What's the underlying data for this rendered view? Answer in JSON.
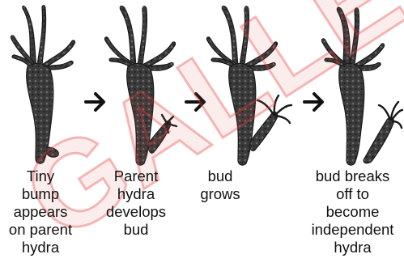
{
  "watermark": "GALLERY",
  "colors": {
    "body_fill": "#3a3a3a",
    "body_texture": "#6a6a6a",
    "arrow": "#111111"
  },
  "stages": [
    {
      "caption": "Tiny\nbump\nappears\non parent\nhydra"
    },
    {
      "caption": "Parent\nhydra\ndevelops\nbud"
    },
    {
      "caption": "bud\ngrows"
    },
    {
      "caption": "bud  breaks\noff to\nbecome\nindependent\nhydra"
    }
  ],
  "arrows": [
    "arrow-right-icon",
    "arrow-right-icon",
    "arrow-right-icon"
  ]
}
